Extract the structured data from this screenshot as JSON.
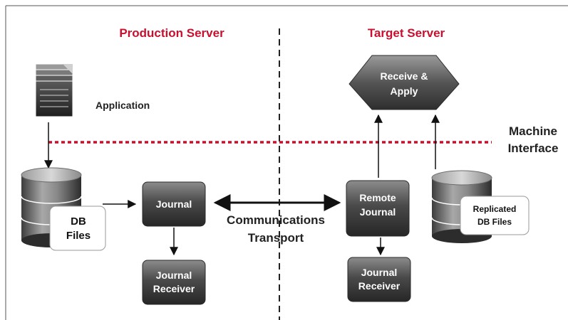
{
  "sections": {
    "production": "Production Server",
    "target": "Target Server"
  },
  "application": {
    "label": "Application"
  },
  "machine_interface": {
    "line1": "Machine",
    "line2": "Interface"
  },
  "db_files": {
    "line1": "DB",
    "line2": "Files"
  },
  "journal": {
    "label": "Journal"
  },
  "journal_receiver_prod": {
    "line1": "Journal",
    "line2": "Receiver"
  },
  "communications": {
    "line1": "Communications",
    "line2": "Transport"
  },
  "remote_journal": {
    "line1": "Remote",
    "line2": "Journal"
  },
  "journal_receiver_target": {
    "line1": "Journal",
    "line2": "Receiver"
  },
  "receive_apply": {
    "line1": "Receive &",
    "line2": "Apply"
  },
  "replicated_db": {
    "line1": "Replicated",
    "line2": "DB Files"
  },
  "colors": {
    "accent_red": "#c8102e",
    "box_dark": "#3a3a3a",
    "box_light": "#8a8a8a"
  }
}
